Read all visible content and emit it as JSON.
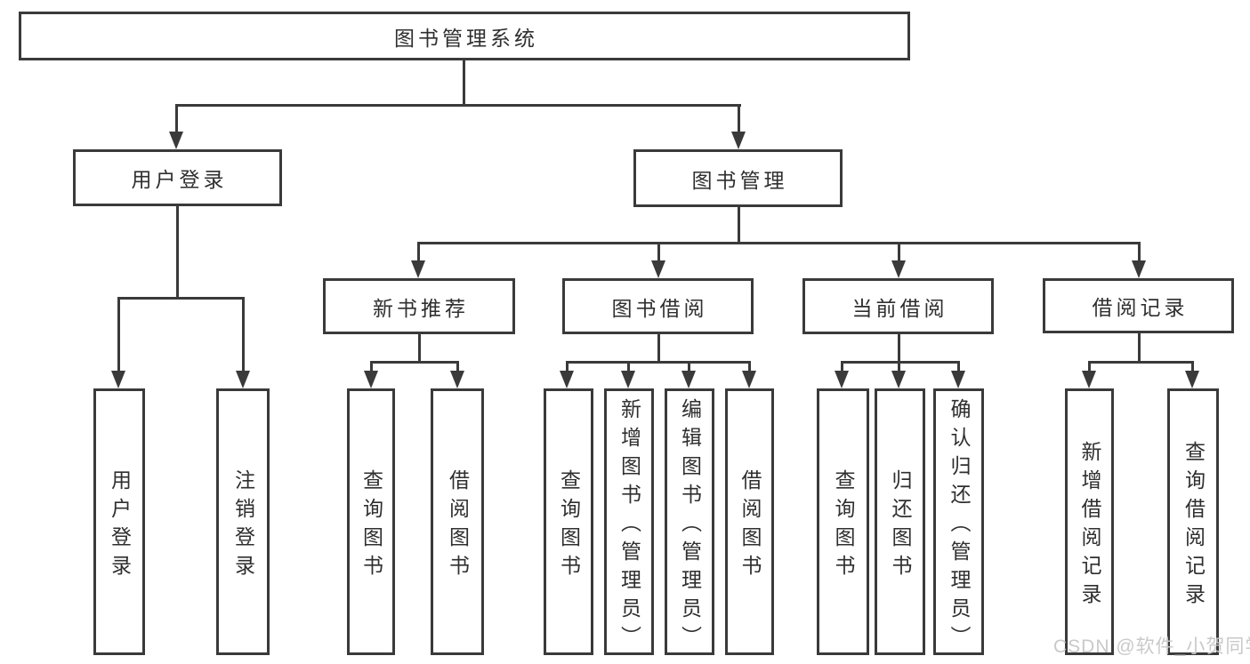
{
  "diagram": {
    "root": {
      "label": "图书管理系统"
    },
    "level1": [
      {
        "label": "用户登录",
        "children": [
          {
            "label": "用户登录"
          },
          {
            "label": "注销登录"
          }
        ]
      },
      {
        "label": "图书管理",
        "children": [
          {
            "label": "新书推荐",
            "children": [
              {
                "label": "查询图书"
              },
              {
                "label": "借阅图书"
              }
            ]
          },
          {
            "label": "图书借阅",
            "children": [
              {
                "label": "查询图书"
              },
              {
                "label": "新增图书（管理员）"
              },
              {
                "label": "编辑图书（管理员）"
              },
              {
                "label": "借阅图书"
              }
            ]
          },
          {
            "label": "当前借阅",
            "children": [
              {
                "label": "查询图书"
              },
              {
                "label": "归还图书"
              },
              {
                "label": "确认归还（管理员）"
              }
            ]
          },
          {
            "label": "借阅记录",
            "children": [
              {
                "label": "新增借阅记录"
              },
              {
                "label": "查询借阅记录"
              }
            ]
          }
        ]
      }
    ]
  },
  "watermark": {
    "text": "CSDN @软件_小贺同学"
  },
  "colors": {
    "line": "#3a3a3a",
    "text": "#2f2f2f",
    "watermark": "#c9c9c9",
    "canvas": "#ffffff"
  }
}
